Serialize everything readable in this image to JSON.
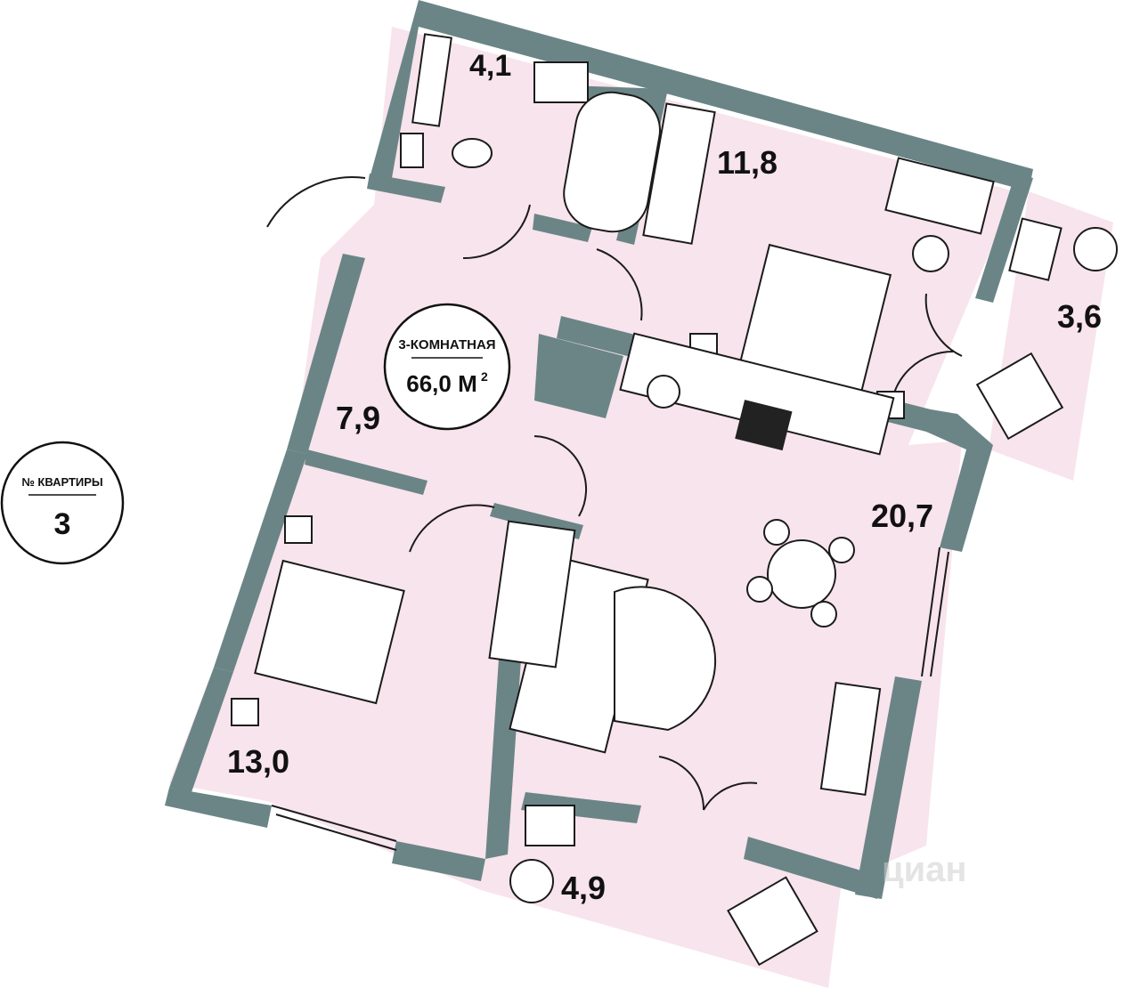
{
  "apartment": {
    "type_label": "3-КОМНАТНАЯ",
    "area_value": "66,0 М",
    "area_sup": "2"
  },
  "apartment_number": {
    "label": "№ КВАРТИРЫ",
    "value": "3"
  },
  "rooms": [
    {
      "id": "bathroom",
      "area": "4,1"
    },
    {
      "id": "bedroom-top",
      "area": "11,8"
    },
    {
      "id": "balcony-right",
      "area": "3,6"
    },
    {
      "id": "hallway",
      "area": "7,9"
    },
    {
      "id": "kitchen-living",
      "area": "20,7"
    },
    {
      "id": "bedroom-left",
      "area": "13,0"
    },
    {
      "id": "balcony-bottom",
      "area": "4,9"
    }
  ],
  "watermark": "циан",
  "colors": {
    "wall": "#6b8587",
    "floor": "#f8e4ec",
    "text": "#111111"
  }
}
